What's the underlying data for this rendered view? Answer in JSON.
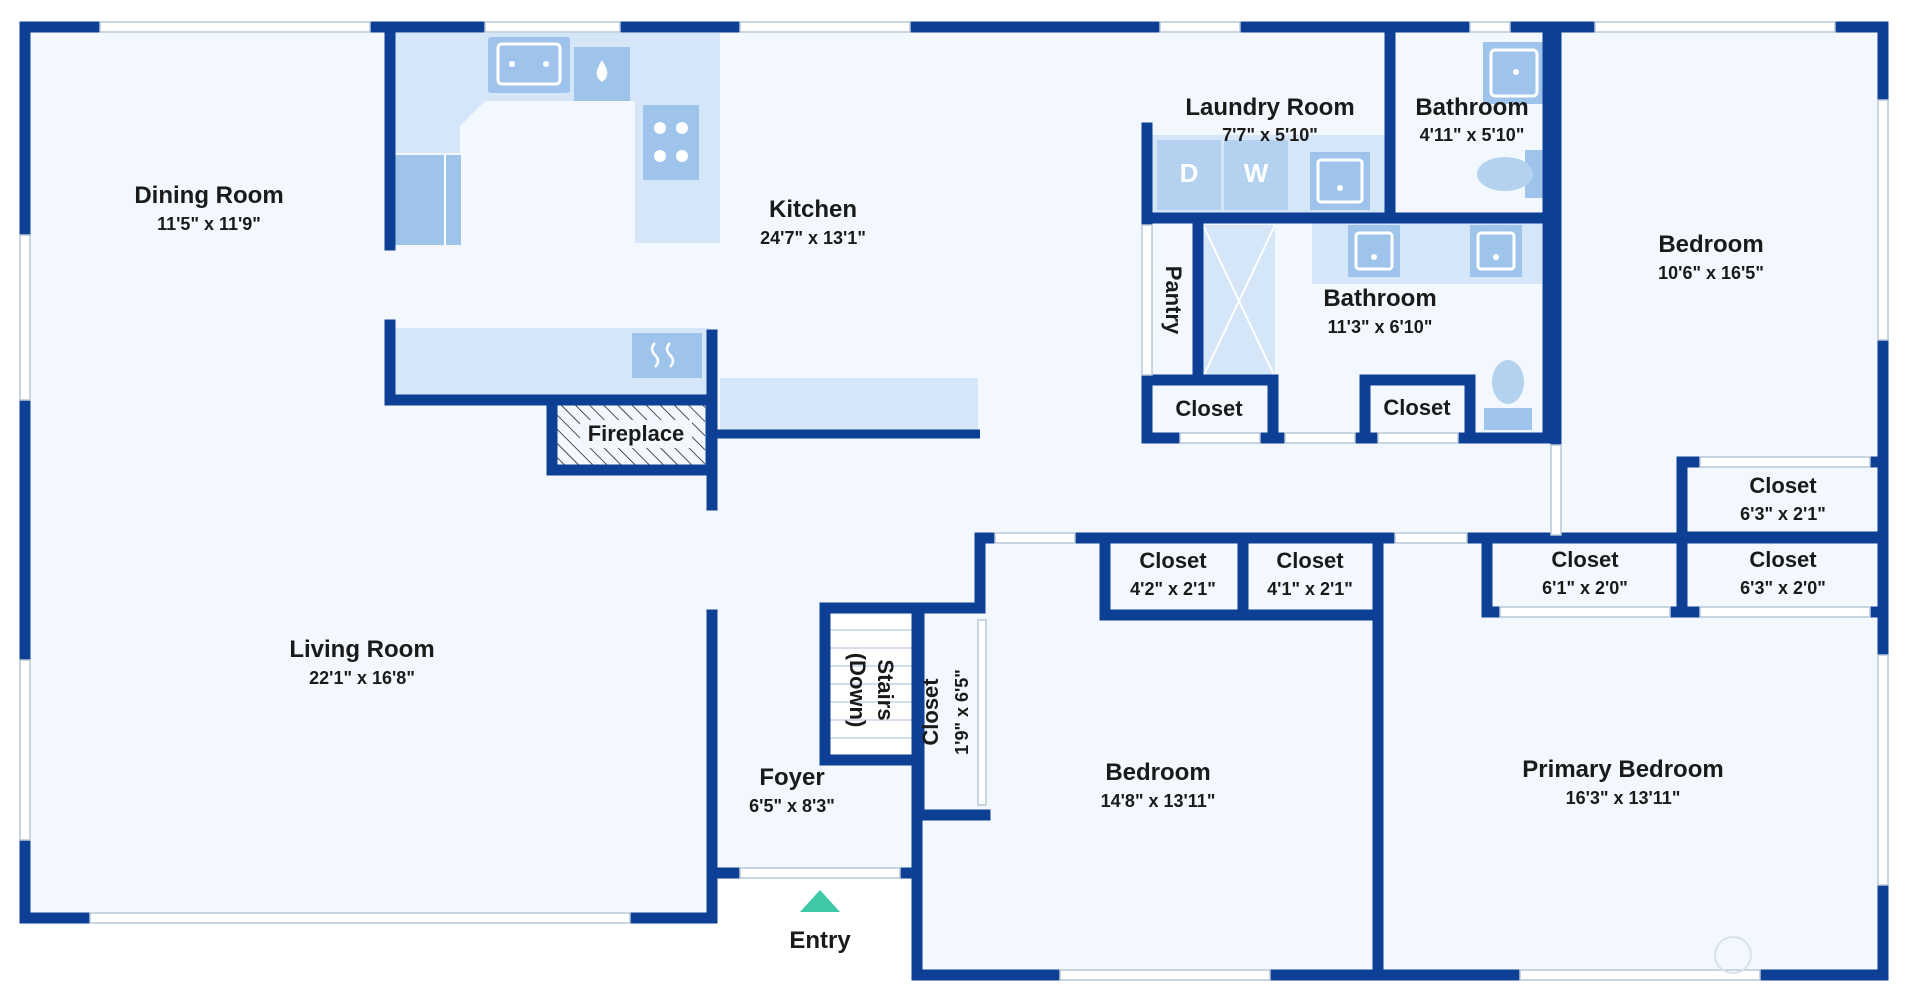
{
  "floor_plan": {
    "rooms": {
      "dining_room": {
        "name": "Dining Room",
        "dims": "11'5\" x 11'9\""
      },
      "kitchen": {
        "name": "Kitchen",
        "dims": "24'7\" x 13'1\""
      },
      "laundry_room": {
        "name": "Laundry Room",
        "dims": "7'7\" x 5'10\""
      },
      "bathroom_small": {
        "name": "Bathroom",
        "dims": "4'11\" x 5'10\""
      },
      "bathroom_main": {
        "name": "Bathroom",
        "dims": "11'3\" x 6'10\""
      },
      "bedroom_ne": {
        "name": "Bedroom",
        "dims": "10'6\" x 16'5\""
      },
      "living_room": {
        "name": "Living Room",
        "dims": "22'1\" x 16'8\""
      },
      "foyer": {
        "name": "Foyer",
        "dims": "6'5\" x 8'3\""
      },
      "bedroom_s": {
        "name": "Bedroom",
        "dims": "14'8\" x 13'11\""
      },
      "primary_bedroom": {
        "name": "Primary Bedroom",
        "dims": "16'3\" x 13'11\""
      }
    },
    "closets": {
      "bedroom_ne_1": {
        "name": "Closet",
        "dims": "6'3\" x 2'1\""
      },
      "bedroom_ne_2": {
        "name": "Closet",
        "dims": "6'3\" x 2'0\""
      },
      "primary": {
        "name": "Closet",
        "dims": "6'1\" x 2'0\""
      },
      "bedroom_s_1": {
        "name": "Closet",
        "dims": "4'2\" x 2'1\""
      },
      "bedroom_s_2": {
        "name": "Closet",
        "dims": "4'1\" x 2'1\""
      },
      "foyer": {
        "name": "Closet",
        "dims": "1'9\" x 6'5\""
      },
      "hall": {
        "name": "Closet"
      },
      "bath": {
        "name": "Closet"
      }
    },
    "pantry": "Pantry",
    "fireplace": "Fireplace",
    "stairs": "Stairs",
    "stairs_direction": "(Down)",
    "entry": "Entry",
    "appliance_labels": {
      "dryer": "D",
      "washer": "W"
    },
    "colors": {
      "wall": "#0d3f95",
      "floor": "#f2f8fd",
      "fixture": "#d4e6f7",
      "entry_marker": "#3fc9a8"
    }
  }
}
